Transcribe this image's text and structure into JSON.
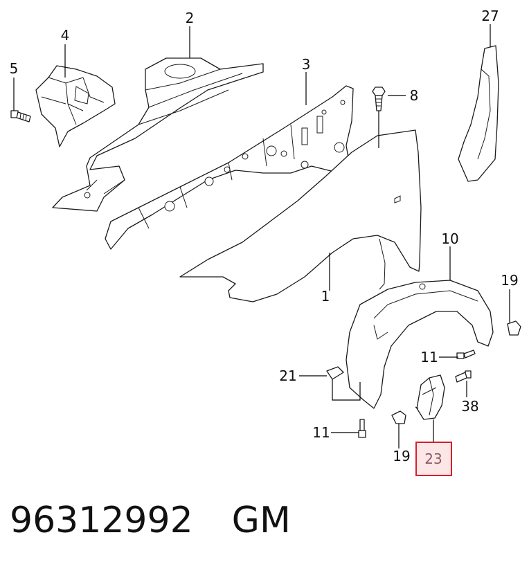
{
  "callouts": {
    "c1": "1",
    "c2": "2",
    "c3": "3",
    "c4": "4",
    "c5": "5",
    "c8": "8",
    "c10": "10",
    "c11a": "11",
    "c11b": "11",
    "c19a": "19",
    "c19b": "19",
    "c21": "21",
    "c23": "23",
    "c27": "27",
    "c38": "38"
  },
  "highlight_color": "#d81e2a",
  "footer": {
    "part_number": "96312992",
    "brand": "GM"
  }
}
